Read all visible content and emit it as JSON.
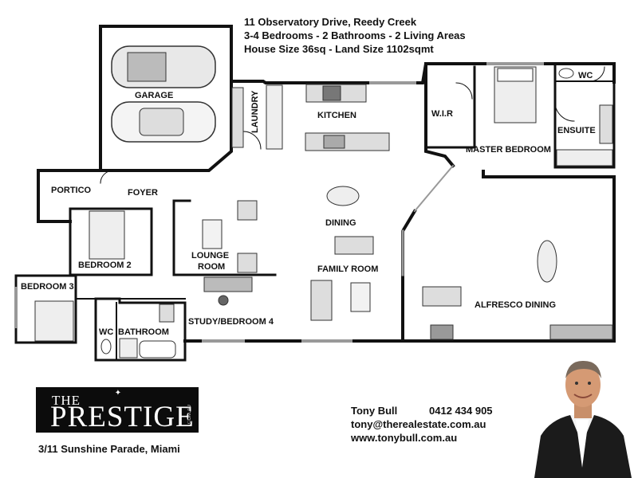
{
  "header": {
    "address": "11 Observatory Drive, Reedy Creek",
    "specs": "3-4 Bedrooms  -  2 Bathrooms   - 2 Living Areas",
    "sizes": "House Size 36sq  -  Land Size 1102sqmt"
  },
  "rooms": {
    "garage": "GARAGE",
    "laundry": "LAUNDRY",
    "kitchen": "KITCHEN",
    "wir": "W.I.R",
    "wc_ensuite": "WC",
    "ensuite": "ENSUITE",
    "master_bedroom": "MASTER BEDROOM",
    "portico": "PORTICO",
    "foyer": "FOYER",
    "dining": "DINING",
    "bedroom2": "BEDROOM 2",
    "lounge_line1": "LOUNGE",
    "lounge_line2": "ROOM",
    "family_room": "FAMILY ROOM",
    "alfresco": "ALFRESCO DINING",
    "bedroom3": "BEDROOM 3",
    "wc_main": "WC",
    "bathroom": "BATHROOM",
    "study": "STUDY/BEDROOM 4"
  },
  "logo": {
    "the": "THE",
    "name": "PRESTIGE",
    "suffix": ".COM.AU"
  },
  "office_address": "3/11 Sunshine Parade, Miami",
  "contact": {
    "name": "Tony Bull",
    "phone": "0412 434 905",
    "email": "tony@therealestate.com.au",
    "website": "www.tonybull.com.au"
  }
}
